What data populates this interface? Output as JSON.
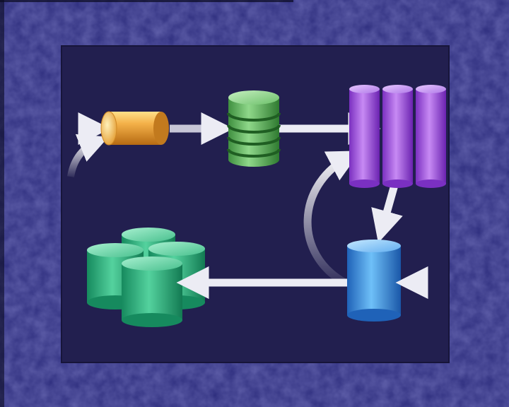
{
  "colors": {
    "backdrop": "#2e2e7e",
    "panel": "#221f4f",
    "arrow": "#e8e8f0",
    "orange_cylinder": "#f0a83a",
    "green_stack": "#58b858",
    "purple_cylinders": "#a65ae0",
    "blue_cylinder": "#3a96e0",
    "teal_cluster": "#2fb27e"
  },
  "nodes": [
    {
      "name": "input-pipe",
      "shape": "horizontal-cylinder",
      "color": "orange"
    },
    {
      "name": "layered-store",
      "shape": "stacked-disk-cylinder",
      "color": "green"
    },
    {
      "name": "triple-store",
      "shape": "three-tall-cylinders",
      "color": "purple"
    },
    {
      "name": "single-store",
      "shape": "cylinder",
      "color": "blue"
    },
    {
      "name": "cluster-store",
      "shape": "four-cylinder-cluster",
      "color": "teal"
    }
  ],
  "edges": [
    {
      "from": "offscreen-left",
      "to": "input-pipe"
    },
    {
      "from": "offscreen-lower-left",
      "to": "input-pipe",
      "style": "curved"
    },
    {
      "from": "input-pipe",
      "to": "layered-store"
    },
    {
      "from": "layered-store",
      "to": "triple-store"
    },
    {
      "from": "triple-store",
      "to": "single-store"
    },
    {
      "from": "single-store",
      "to": "triple-store",
      "style": "curved"
    },
    {
      "from": "offscreen-right",
      "to": "single-store"
    },
    {
      "from": "single-store",
      "to": "cluster-store"
    }
  ]
}
